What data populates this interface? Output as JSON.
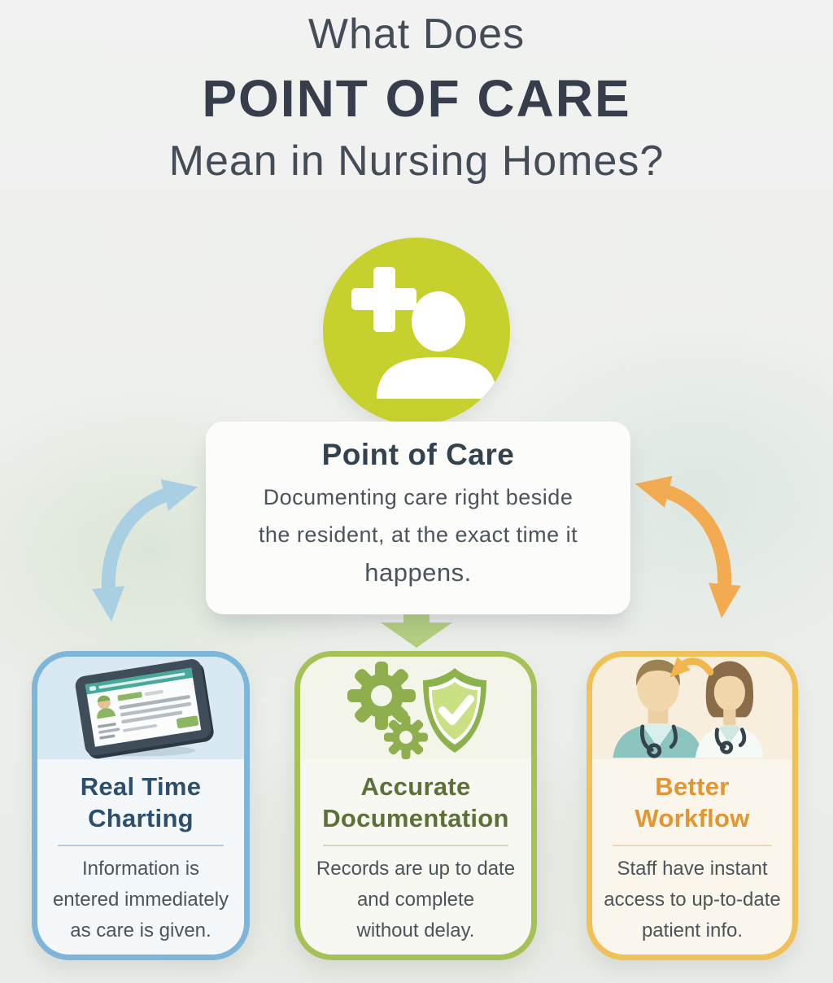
{
  "title": {
    "line1": "What Does",
    "line2": "POINT OF CARE",
    "line3": "Mean in Nursing Homes?"
  },
  "center_icon": {
    "name": "medical-cross-person-icon",
    "bg_color": "#c6d12e"
  },
  "center_card": {
    "heading": "Point of Care",
    "description_lines": [
      "Documenting care right beside",
      "the resident, at the exact time it",
      "happens."
    ]
  },
  "flow_arrows": {
    "left_arrow_color": "#a9cfe2",
    "right_arrow_color": "#f2ab50",
    "down_arrow_color": "#b4d07e"
  },
  "cards": [
    {
      "id": "real-time-charting",
      "icon": "tablet-chart-icon",
      "heading_lines": [
        "Real Time",
        "Charting"
      ],
      "body_lines": [
        "Information is",
        "entered immediately",
        "as care is given."
      ],
      "colors": {
        "accent": "#7db6d8",
        "top_bg": "#d8e9f3",
        "body_bg": "#f4f8fa",
        "heading": "#2d4f6e",
        "divider": "#b9ccd9"
      }
    },
    {
      "id": "accurate-documentation",
      "icon": "gears-shield-check-icon",
      "heading_lines": [
        "Accurate",
        "Documentation"
      ],
      "body_lines": [
        "Records are up to date",
        "and complete",
        "without delay."
      ],
      "colors": {
        "accent": "#a5c258",
        "top_bg": "#f3f5e9",
        "body_bg": "#f7f8f2",
        "heading": "#5b7138",
        "divider": "#d3d9c0"
      }
    },
    {
      "id": "better-workflow",
      "icon": "staff-handoff-icon",
      "heading_lines": [
        "Better",
        "Workflow"
      ],
      "body_lines": [
        "Staff have instant",
        "access to up-to-date",
        "patient info."
      ],
      "colors": {
        "accent": "#f0c159",
        "top_bg": "#f8eedd",
        "body_bg": "#fbf6ec",
        "heading": "#e5952f",
        "divider": "#ead9bb"
      }
    }
  ],
  "text_colors": {
    "title": "#3b444f",
    "center_heading": "#33424f",
    "body": "#4c545b"
  }
}
